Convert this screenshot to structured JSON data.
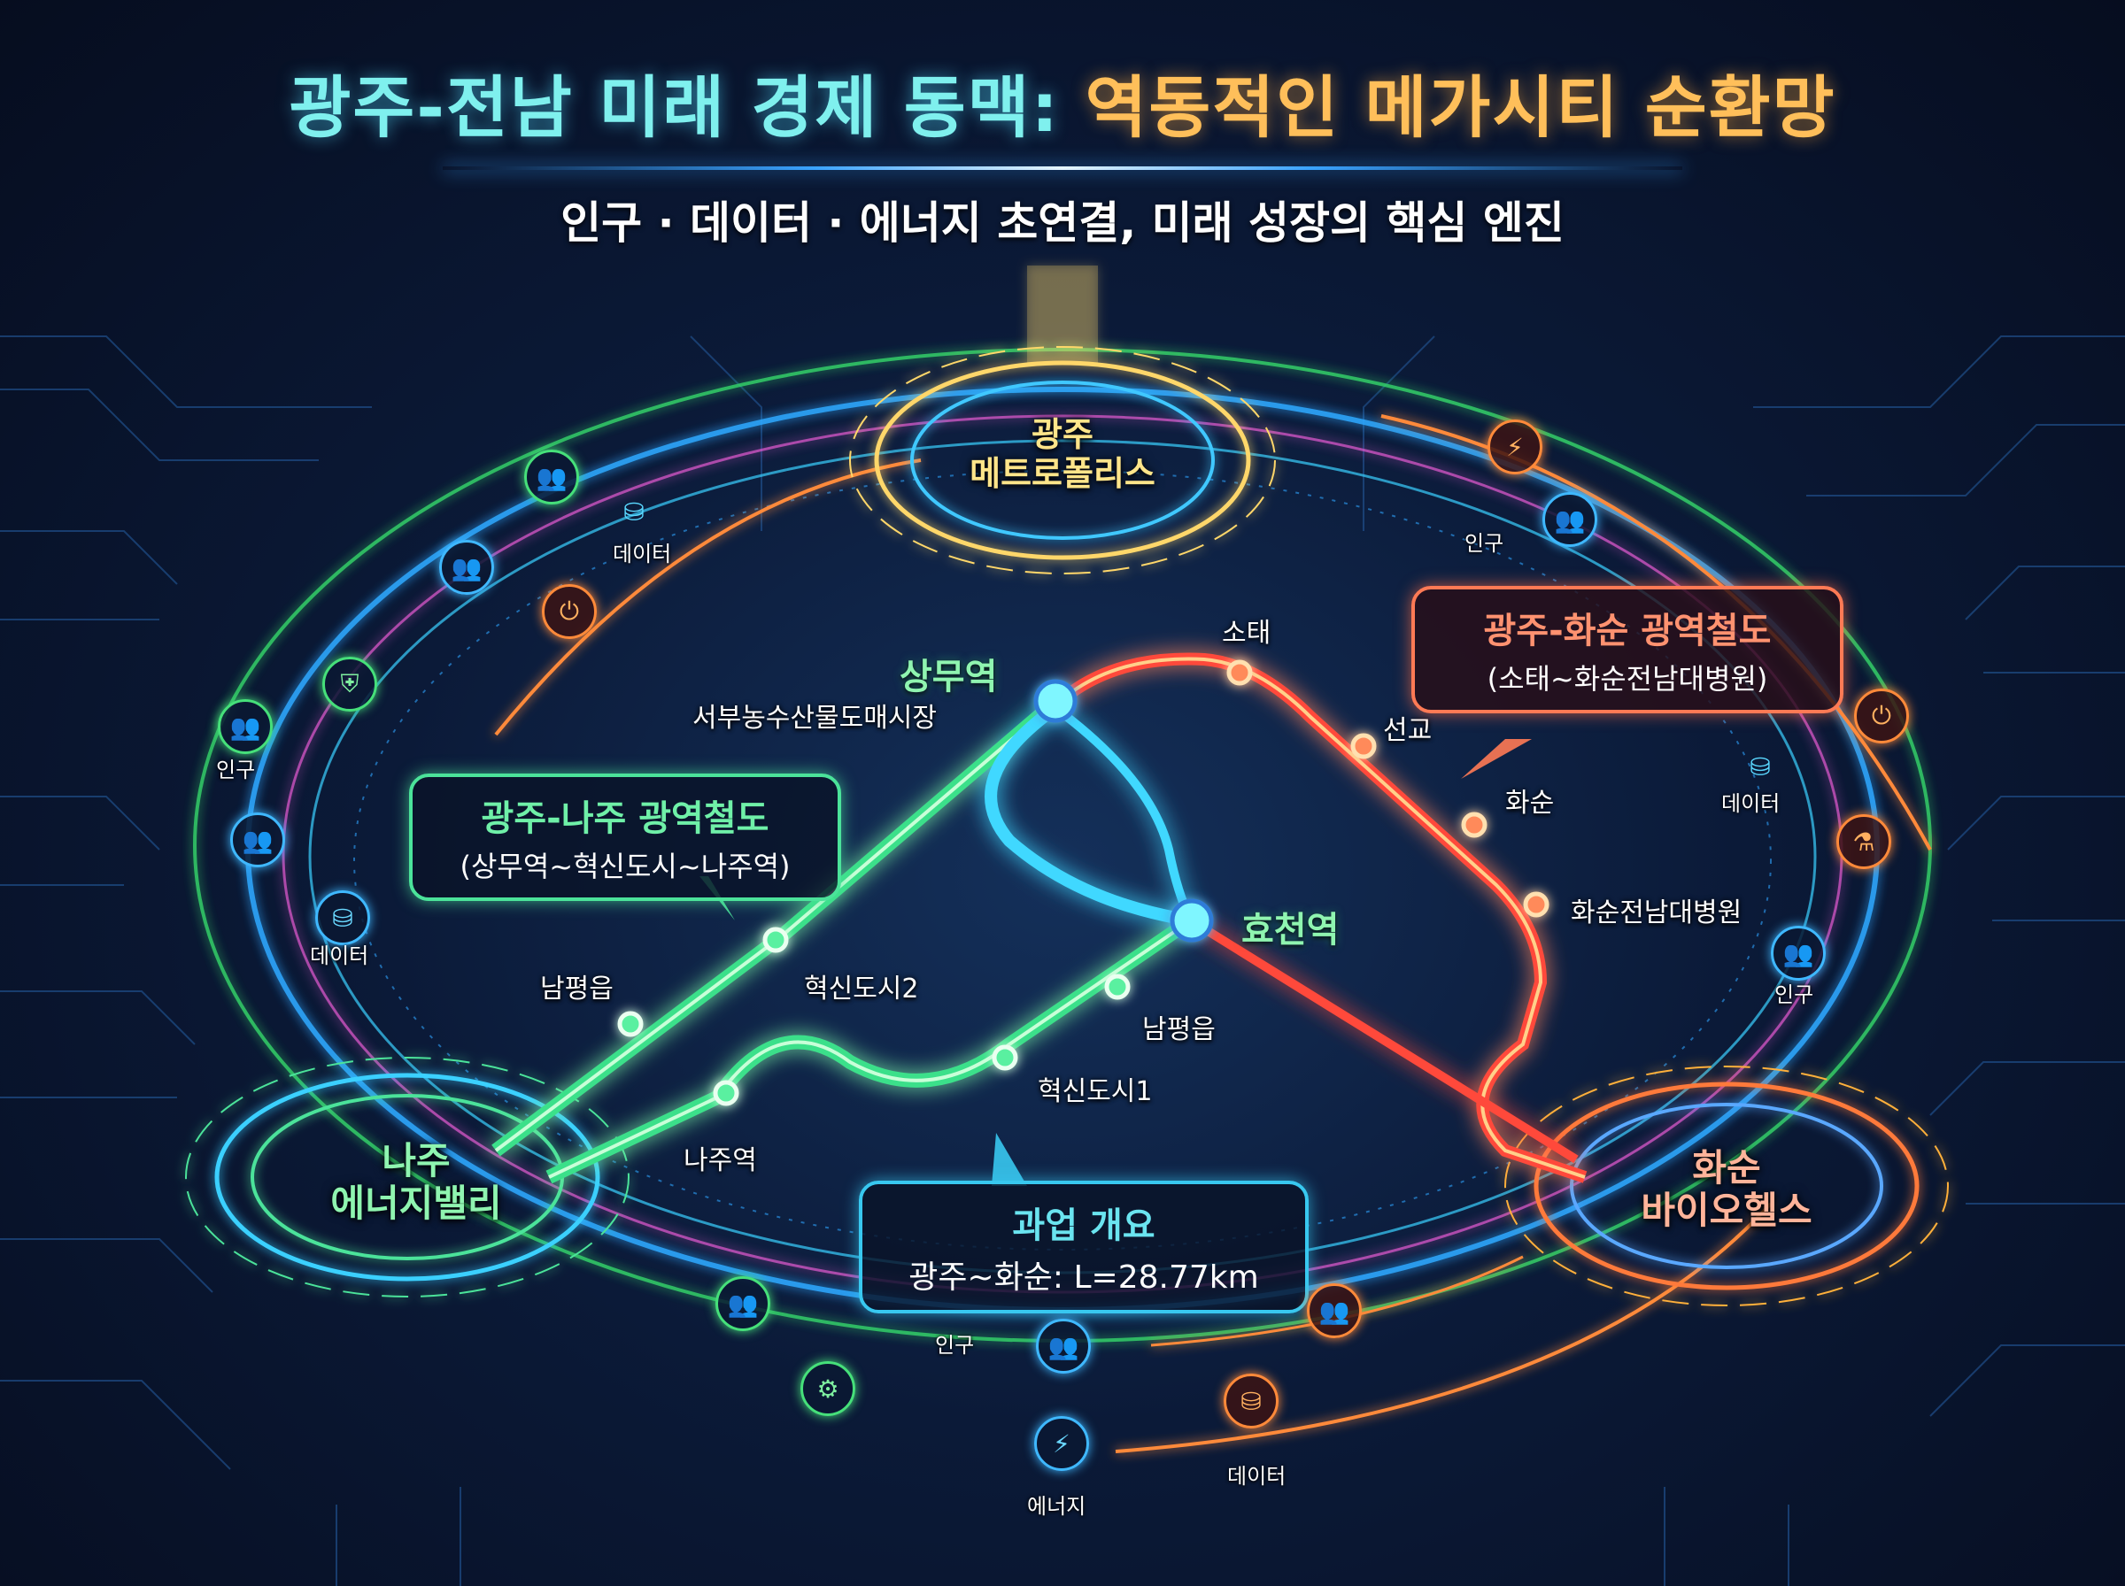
{
  "header": {
    "title_part1": "광주-전남 미래 경제 동맥: ",
    "title_part2": "역동적인 메가시티 순환망",
    "subtitle": "인구 · 데이터 · 에너지 초연결, 미래 성장의 핵심 엔진"
  },
  "hubs": {
    "gwangju": {
      "line1": "광주",
      "line2": "메트로폴리스",
      "color": "#ffd76a"
    },
    "naju": {
      "line1": "나주",
      "line2": "에너지밸리",
      "color": "#8ff5b0"
    },
    "hwasun": {
      "line1": "화순",
      "line2": "바이오헬스",
      "color": "#ffb49a"
    }
  },
  "major_stations": {
    "sangmu": {
      "name": "상무역",
      "desc": "서부농수산물도매시장"
    },
    "hyocheon": {
      "name": "효천역"
    }
  },
  "lines": {
    "naju_line": {
      "title": "광주-나주 광역철도",
      "route": "(상무역~혁신도시~나주역)",
      "color": "#4be39a",
      "stations": [
        "상무역",
        "남평읍",
        "혁신도시2",
        "혁신도시1",
        "남평읍",
        "나주역",
        "효천역"
      ]
    },
    "hwasun_line": {
      "title": "광주-화순 광역철도",
      "route": "(소태~화순전남대병원)",
      "color": "#ff5a3a",
      "stations": [
        "소태",
        "선교",
        "화순",
        "화순전남대병원"
      ]
    }
  },
  "station_labels": {
    "sotae": "소태",
    "seongyo": "선교",
    "hwasun": "화순",
    "hwasun_hospital": "화순전남대병원",
    "nampyeong_left": "남평읍",
    "innov2": "혁신도시2",
    "nampyeong_right": "남평읍",
    "innov1": "혁신도시1",
    "naju_station": "나주역"
  },
  "info_box": {
    "title": "과업 개요",
    "detail": "광주~화순: L=28.77km"
  },
  "flow_labels": {
    "data_topleft": "데이터",
    "population_left": "인구",
    "data_left": "데이터",
    "population_topright": "인구",
    "data_right": "데이터",
    "population_right": "인구",
    "population_bottom": "인구",
    "energy_bottom": "에너지",
    "data_bottom": "데이터"
  },
  "flow_icons": [
    {
      "id": "people-green-top",
      "type": "people-icon",
      "glyph": "👥"
    },
    {
      "id": "people-blue-left",
      "type": "people-icon",
      "glyph": "👥"
    },
    {
      "id": "power-orange-left",
      "type": "power-icon",
      "glyph": "⏻"
    },
    {
      "id": "database-top-left",
      "type": "database-icon",
      "glyph": "🛢"
    },
    {
      "id": "people-green-left",
      "type": "people-icon",
      "glyph": "👥"
    },
    {
      "id": "people-blue-left2",
      "type": "people-icon",
      "glyph": "👥"
    },
    {
      "id": "database-left",
      "type": "database-icon",
      "glyph": "🛢"
    },
    {
      "id": "bolt-orange-top",
      "type": "bolt-icon",
      "glyph": "⚡"
    },
    {
      "id": "people-blue-right",
      "type": "people-icon",
      "glyph": "👥"
    },
    {
      "id": "power-orange-right",
      "type": "power-icon",
      "glyph": "⏻"
    },
    {
      "id": "database-right",
      "type": "database-icon",
      "glyph": "🛢"
    },
    {
      "id": "bio-orange-right",
      "type": "bio-icon",
      "glyph": "⚗"
    },
    {
      "id": "people-blue-right2",
      "type": "people-icon",
      "glyph": "👥"
    },
    {
      "id": "people-green-bottom",
      "type": "people-icon",
      "glyph": "👥"
    },
    {
      "id": "people-blue-bottom",
      "type": "people-icon",
      "glyph": "👥"
    },
    {
      "id": "people-orange-bottom",
      "type": "people-icon",
      "glyph": "👥"
    },
    {
      "id": "database-orange-bottom",
      "type": "database-icon",
      "glyph": "🛢"
    },
    {
      "id": "bolt-blue-bottom",
      "type": "bolt-icon",
      "glyph": "⚡"
    }
  ],
  "colors": {
    "background": "#0b1a38",
    "title_cyan": "#7ff0ee",
    "title_gold": "#ffbf5a",
    "naju_green": "#4be39a",
    "hwasun_red": "#ff5a3a",
    "info_cyan": "#38c8f0",
    "gwangju_gold": "#ffd76a"
  }
}
